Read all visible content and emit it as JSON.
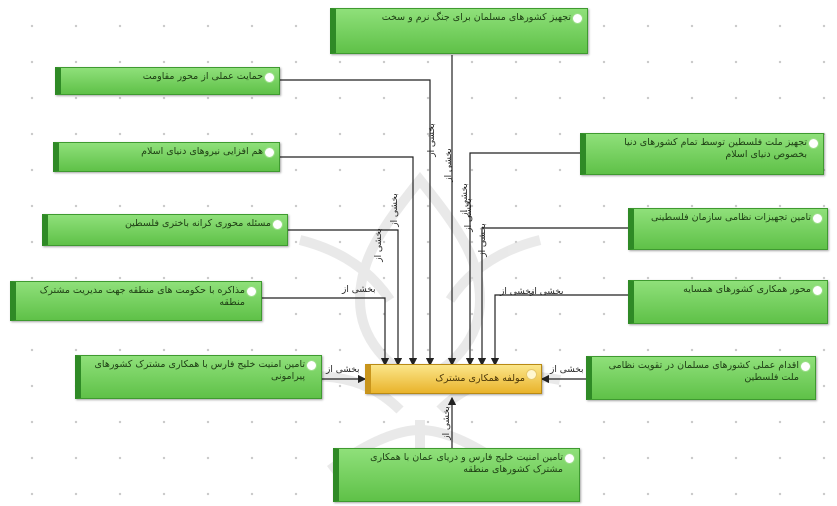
{
  "center": {
    "label": "مولفه همکاری مشترک"
  },
  "nodes": {
    "top": "تجهیز کشورهای مسلمان برای جنگ نرم و سخت",
    "l1": "حمایت عملی از محور مقاومت",
    "l2": "هم افزایی نیروهای دنیای اسلام",
    "l3": "مسئله محوری کرانه باختری فلسطین",
    "l4": "مذاکره با حکومت های منطقه جهت مدیریت مشترک منطقه",
    "l5": "تامین امنیت خلیج فارس با همکاری مشترک کشورهای پیرامونی",
    "r1": "تجهیز ملت فلسطین توسط تمام کشورهای دنیا بخصوص دنیای اسلام",
    "r2": "تامین تجهیزات نظامی سازمان فلسطینی",
    "r3": "محور همکاری کشورهای همسایه",
    "r4": "اقدام عملی کشورهای مسلمان در تقویت نظامی ملت فلسطین",
    "bottom": "تامین امنیت خلیج فارس و دریای عمان با همکاری مشترک کشورهای منطقه"
  },
  "edge_label": "بخشی از",
  "colors": {
    "node_fill": "#6fcf58",
    "node_border": "#2f8a26",
    "core_fill": "#f2c744",
    "wire": "#222222"
  }
}
